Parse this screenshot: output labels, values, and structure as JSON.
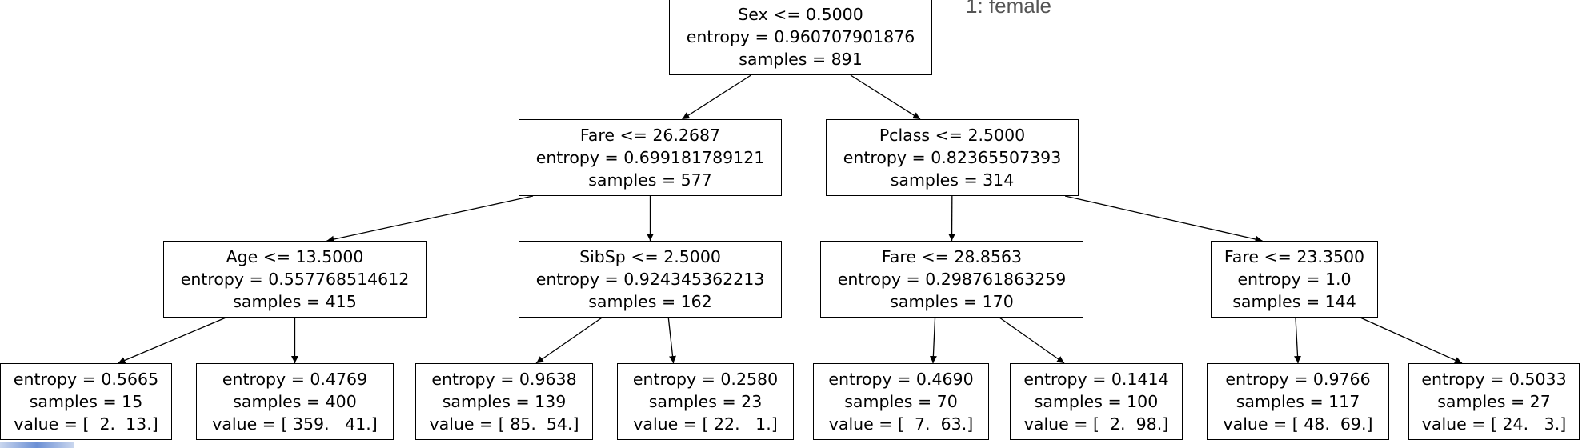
{
  "legend_note": "1: female",
  "nodes": [
    {
      "id": "root",
      "lines": [
        "Sex <= 0.5000",
        "entropy = 0.960707901876",
        "samples = 891"
      ]
    },
    {
      "id": "n1",
      "lines": [
        "Fare <= 26.2687",
        "entropy = 0.699181789121",
        "samples = 577"
      ]
    },
    {
      "id": "n2",
      "lines": [
        "Pclass <= 2.5000",
        "entropy = 0.82365507393",
        "samples = 314"
      ]
    },
    {
      "id": "n3",
      "lines": [
        "Age <= 13.5000",
        "entropy = 0.557768514612",
        "samples = 415"
      ]
    },
    {
      "id": "n4",
      "lines": [
        "SibSp <= 2.5000",
        "entropy = 0.924345362213",
        "samples = 162"
      ]
    },
    {
      "id": "n5",
      "lines": [
        "Fare <= 28.8563",
        "entropy = 0.298761863259",
        "samples = 170"
      ]
    },
    {
      "id": "n6",
      "lines": [
        "Fare <= 23.3500",
        "entropy = 1.0",
        "samples = 144"
      ]
    },
    {
      "id": "l1",
      "lines": [
        "entropy = 0.5665",
        "samples = 15",
        "value = [  2.  13.]"
      ]
    },
    {
      "id": "l2",
      "lines": [
        "entropy = 0.4769",
        "samples = 400",
        "value = [ 359.   41.]"
      ]
    },
    {
      "id": "l3",
      "lines": [
        "entropy = 0.9638",
        "samples = 139",
        "value = [ 85.  54.]"
      ]
    },
    {
      "id": "l4",
      "lines": [
        "entropy = 0.2580",
        "samples = 23",
        "value = [ 22.   1.]"
      ]
    },
    {
      "id": "l5",
      "lines": [
        "entropy = 0.4690",
        "samples = 70",
        "value = [  7.  63.]"
      ]
    },
    {
      "id": "l6",
      "lines": [
        "entropy = 0.1414",
        "samples = 100",
        "value = [  2.  98.]"
      ]
    },
    {
      "id": "l7",
      "lines": [
        "entropy = 0.9766",
        "samples = 117",
        "value = [ 48.  69.]"
      ]
    },
    {
      "id": "l8",
      "lines": [
        "entropy = 0.5033",
        "samples = 27",
        "value = [ 24.   3.]"
      ]
    }
  ],
  "edges": [
    [
      "root",
      "n1"
    ],
    [
      "root",
      "n2"
    ],
    [
      "n1",
      "n3"
    ],
    [
      "n1",
      "n4"
    ],
    [
      "n2",
      "n5"
    ],
    [
      "n2",
      "n6"
    ],
    [
      "n3",
      "l1"
    ],
    [
      "n3",
      "l2"
    ],
    [
      "n4",
      "l3"
    ],
    [
      "n4",
      "l4"
    ],
    [
      "n5",
      "l5"
    ],
    [
      "n5",
      "l6"
    ],
    [
      "n6",
      "l7"
    ],
    [
      "n6",
      "l8"
    ]
  ]
}
